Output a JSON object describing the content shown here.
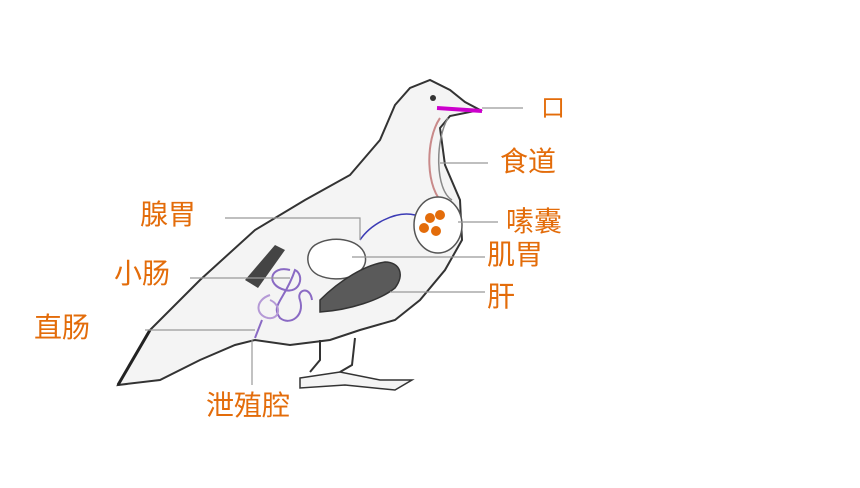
{
  "labels": {
    "mouth": "口",
    "esophagus": "食道",
    "crop": "嗉囊",
    "gizzard": "肌胃",
    "liver": "肝",
    "proventriculus": "腺胃",
    "small_intestine": "小肠",
    "rectum": "直肠",
    "cloaca": "泄殖腔"
  },
  "colors": {
    "label_text": "#e36c0a",
    "beak_mark": "#cc00cc",
    "crop_dots": "#e36c0a",
    "leader_line": "#999999",
    "outline": "#333333"
  },
  "icons": {
    "figure": "pigeon-digestive-system-illustration"
  }
}
